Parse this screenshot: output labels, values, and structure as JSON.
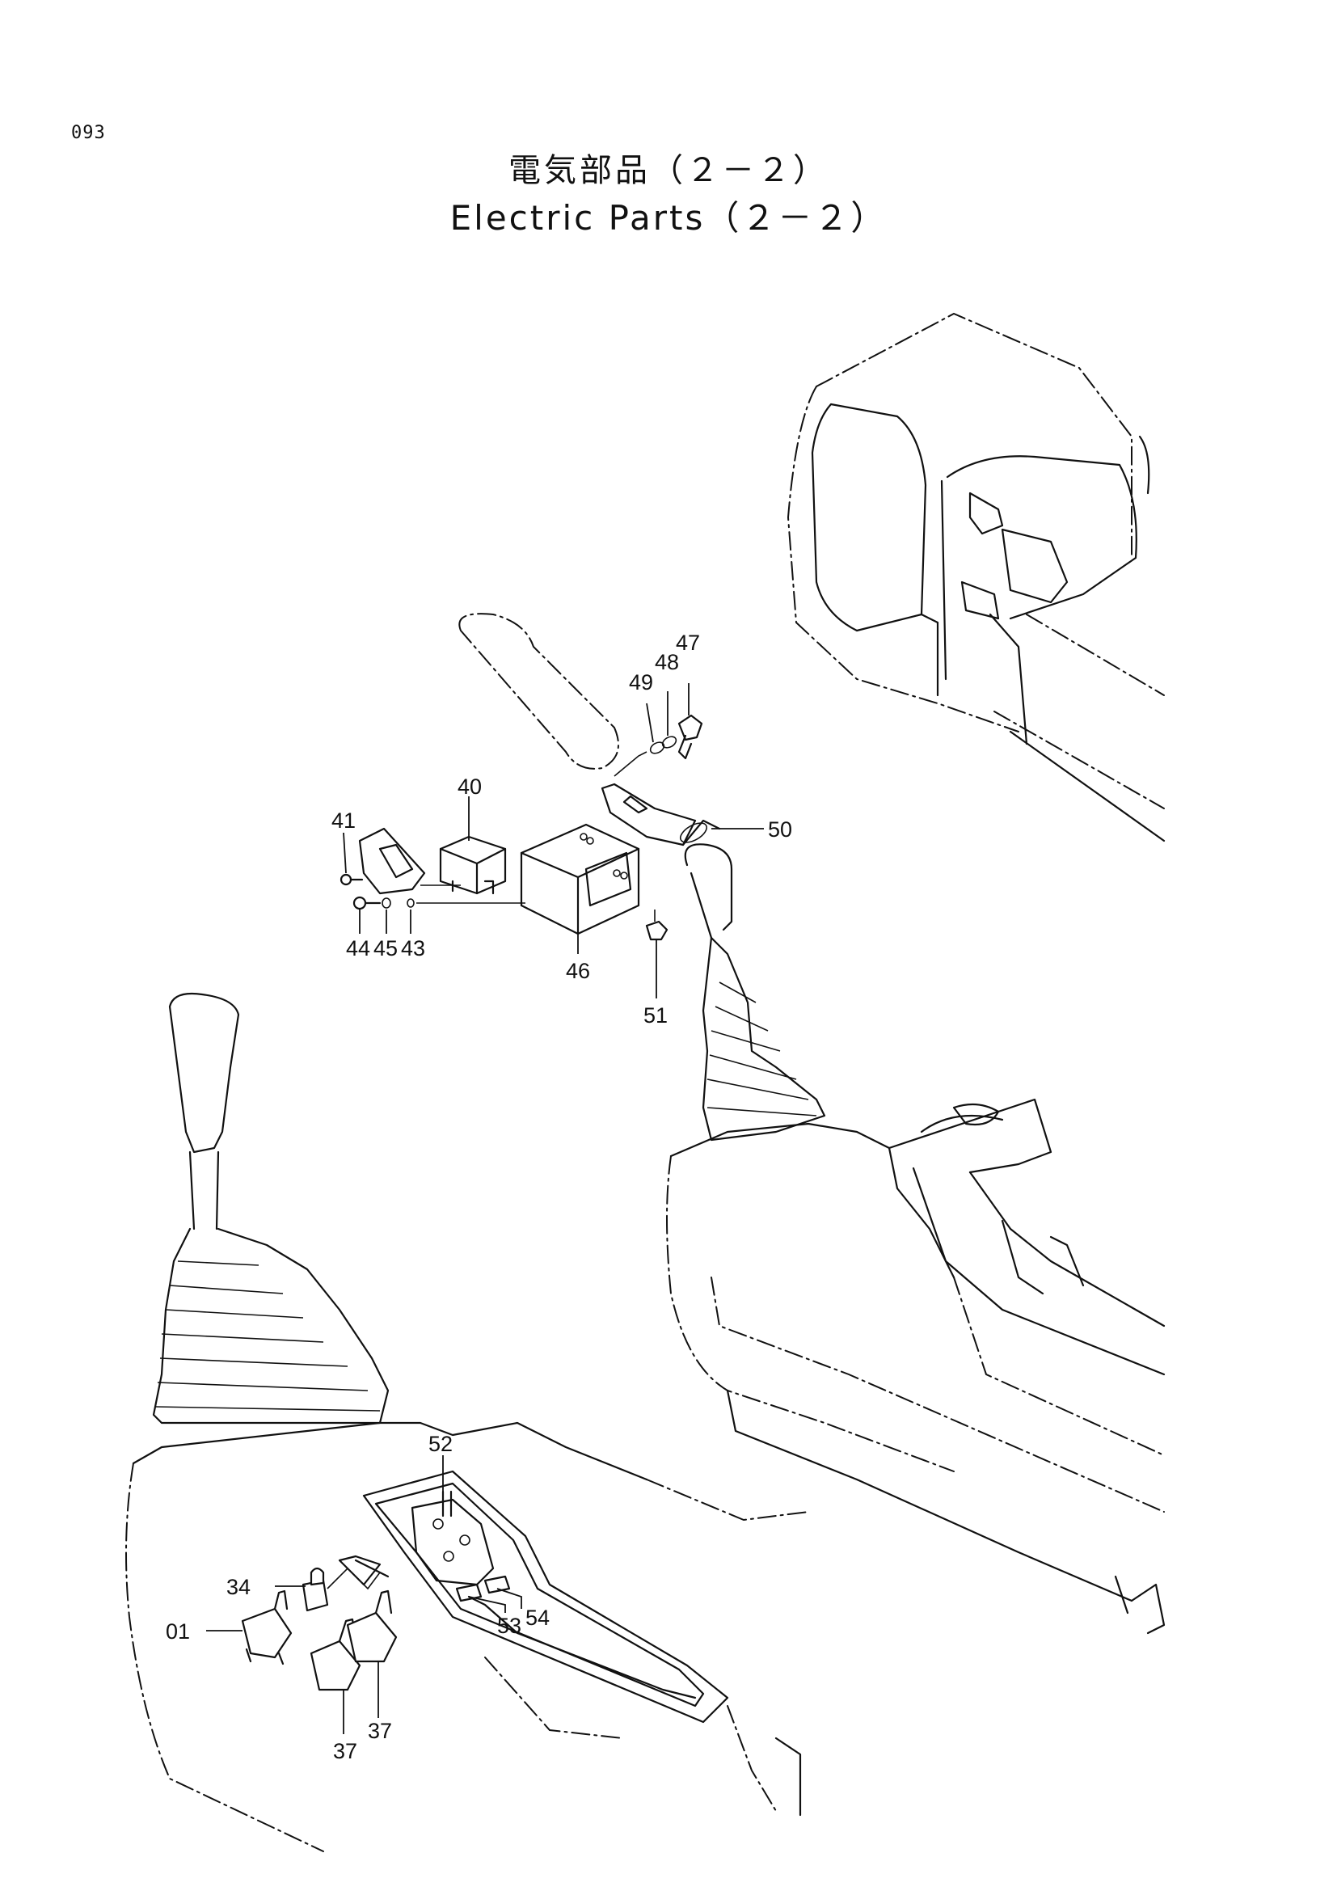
{
  "page": {
    "number": "093"
  },
  "title": {
    "japanese": "電気部品（２－２）",
    "english": "Electric Parts（２－２）"
  },
  "callouts": [
    {
      "id": "c47",
      "label": "47"
    },
    {
      "id": "c48",
      "label": "48"
    },
    {
      "id": "c49",
      "label": "49"
    },
    {
      "id": "c40",
      "label": "40"
    },
    {
      "id": "c41",
      "label": "41"
    },
    {
      "id": "c50",
      "label": "50"
    },
    {
      "id": "c44",
      "label": "44"
    },
    {
      "id": "c45",
      "label": "45"
    },
    {
      "id": "c43",
      "label": "43"
    },
    {
      "id": "c46",
      "label": "46"
    },
    {
      "id": "c51",
      "label": "51"
    },
    {
      "id": "c52",
      "label": "52"
    },
    {
      "id": "c34",
      "label": "34"
    },
    {
      "id": "c01",
      "label": "01"
    },
    {
      "id": "c53",
      "label": "53"
    },
    {
      "id": "c54",
      "label": "54"
    },
    {
      "id": "c37a",
      "label": "37"
    },
    {
      "id": "c37b",
      "label": "37"
    }
  ]
}
